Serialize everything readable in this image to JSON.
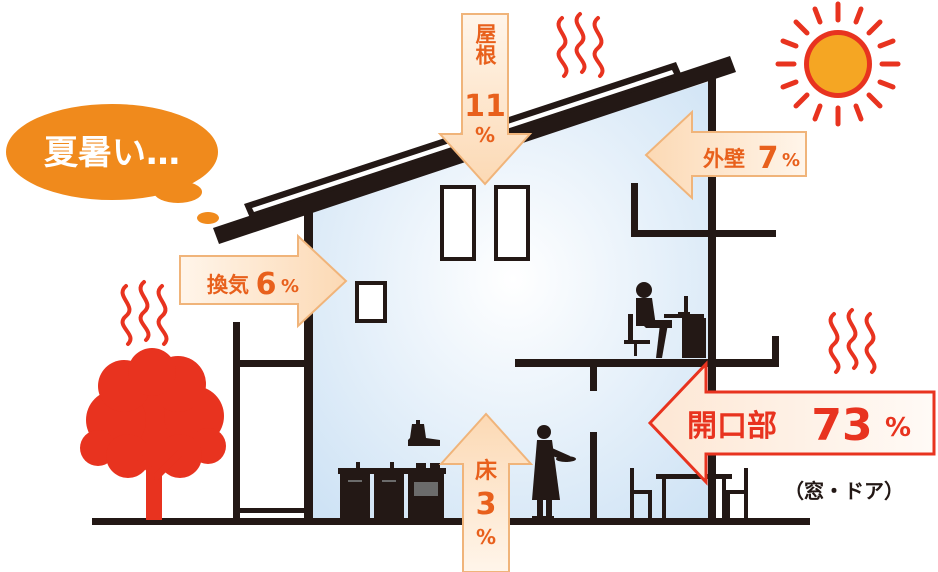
{
  "bubble": {
    "text": "夏暑い…"
  },
  "arrows": {
    "roof": {
      "name": "屋根",
      "pct": "11",
      "unit": "%"
    },
    "wall": {
      "name": "外壁",
      "pct": "7",
      "unit": "%"
    },
    "vent": {
      "name": "換気",
      "pct": "6",
      "unit": "%"
    },
    "floor": {
      "name": "床",
      "pct": "3",
      "unit": "%"
    },
    "opening": {
      "name": "開口部",
      "pct": "73",
      "unit": "%",
      "note": "（窓・ドア）"
    }
  },
  "colors": {
    "accent": "#e8331f",
    "label_orange": "#e8601c",
    "bubble": "#f08a1c",
    "arrow_fill": "#fde4c6",
    "arrow_stroke": "#f0b47a",
    "interior": "#d2e6f6",
    "sun": "#f5a623",
    "tree": "#e8331f",
    "house": "#231815"
  },
  "icons": [
    "sun-icon",
    "heat-wave-icon",
    "tree-icon",
    "person-at-desk-icon",
    "cook-icon",
    "kitchen-icon",
    "dining-set-icon"
  ]
}
